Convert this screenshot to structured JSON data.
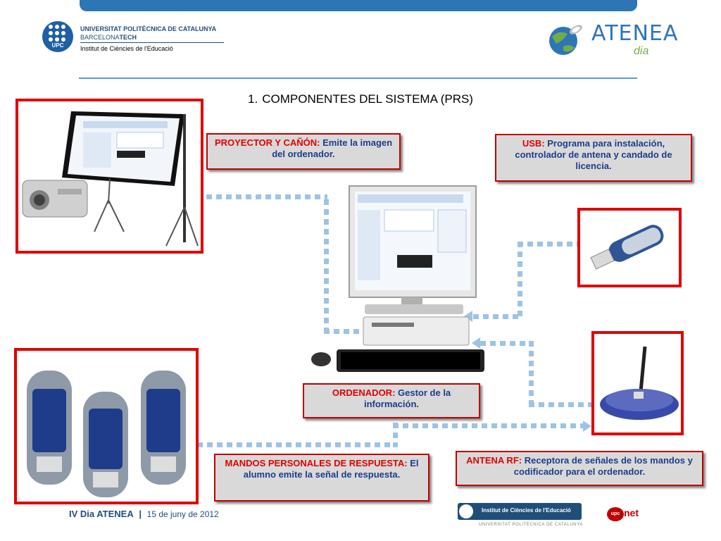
{
  "header": {
    "upc_badge": "UPC",
    "univ_line1": "UNIVERSITAT POLITÈCNICA DE CATALUNYA",
    "univ_line2_a": "BARCELONA",
    "univ_line2_b": "TECH",
    "univ_line3": "Institut de Ciències de l'Educació",
    "atenea_title": "ATENEA",
    "atenea_sub": "dia"
  },
  "title": {
    "number": "1.",
    "text": "COMPONENTES DEL SISTEMA (PRS)"
  },
  "labels": {
    "projector": {
      "key": "PROYECTOR  Y CAÑÓN:",
      "text": " Emite la imagen del ordenador."
    },
    "usb": {
      "key": "USB:",
      "text": " Programa para instalación, controlador de antena  y candado de licencia."
    },
    "computer": {
      "key": "ORDENADOR:",
      "text": " Gestor  de la información."
    },
    "remotes": {
      "key": "MANDOS PERSONALES DE RESPUESTA:",
      "text": " El alumno emite la señal de respuesta."
    },
    "antenna": {
      "key": "ANTENA RF:",
      "text": " Receptora de señales de los mandos y codificador para el ordenador."
    }
  },
  "footer": {
    "event": "IV Dia ATENEA",
    "sep": "|",
    "date": "15 de juny de 2012",
    "ice_logo_text": "Institut de Ciències de l'Educació",
    "ice_logo_sub": "UNIVERSITAT POLITÈCNICA DE CATALUNYA",
    "upcnet_badge": "upc",
    "upcnet_text": "net"
  },
  "colors": {
    "frame": "#e00000",
    "label_key": "#e00000",
    "label_text": "#1f3c8a",
    "connector": "#9dc3e6",
    "accent": "#2e75b6"
  }
}
